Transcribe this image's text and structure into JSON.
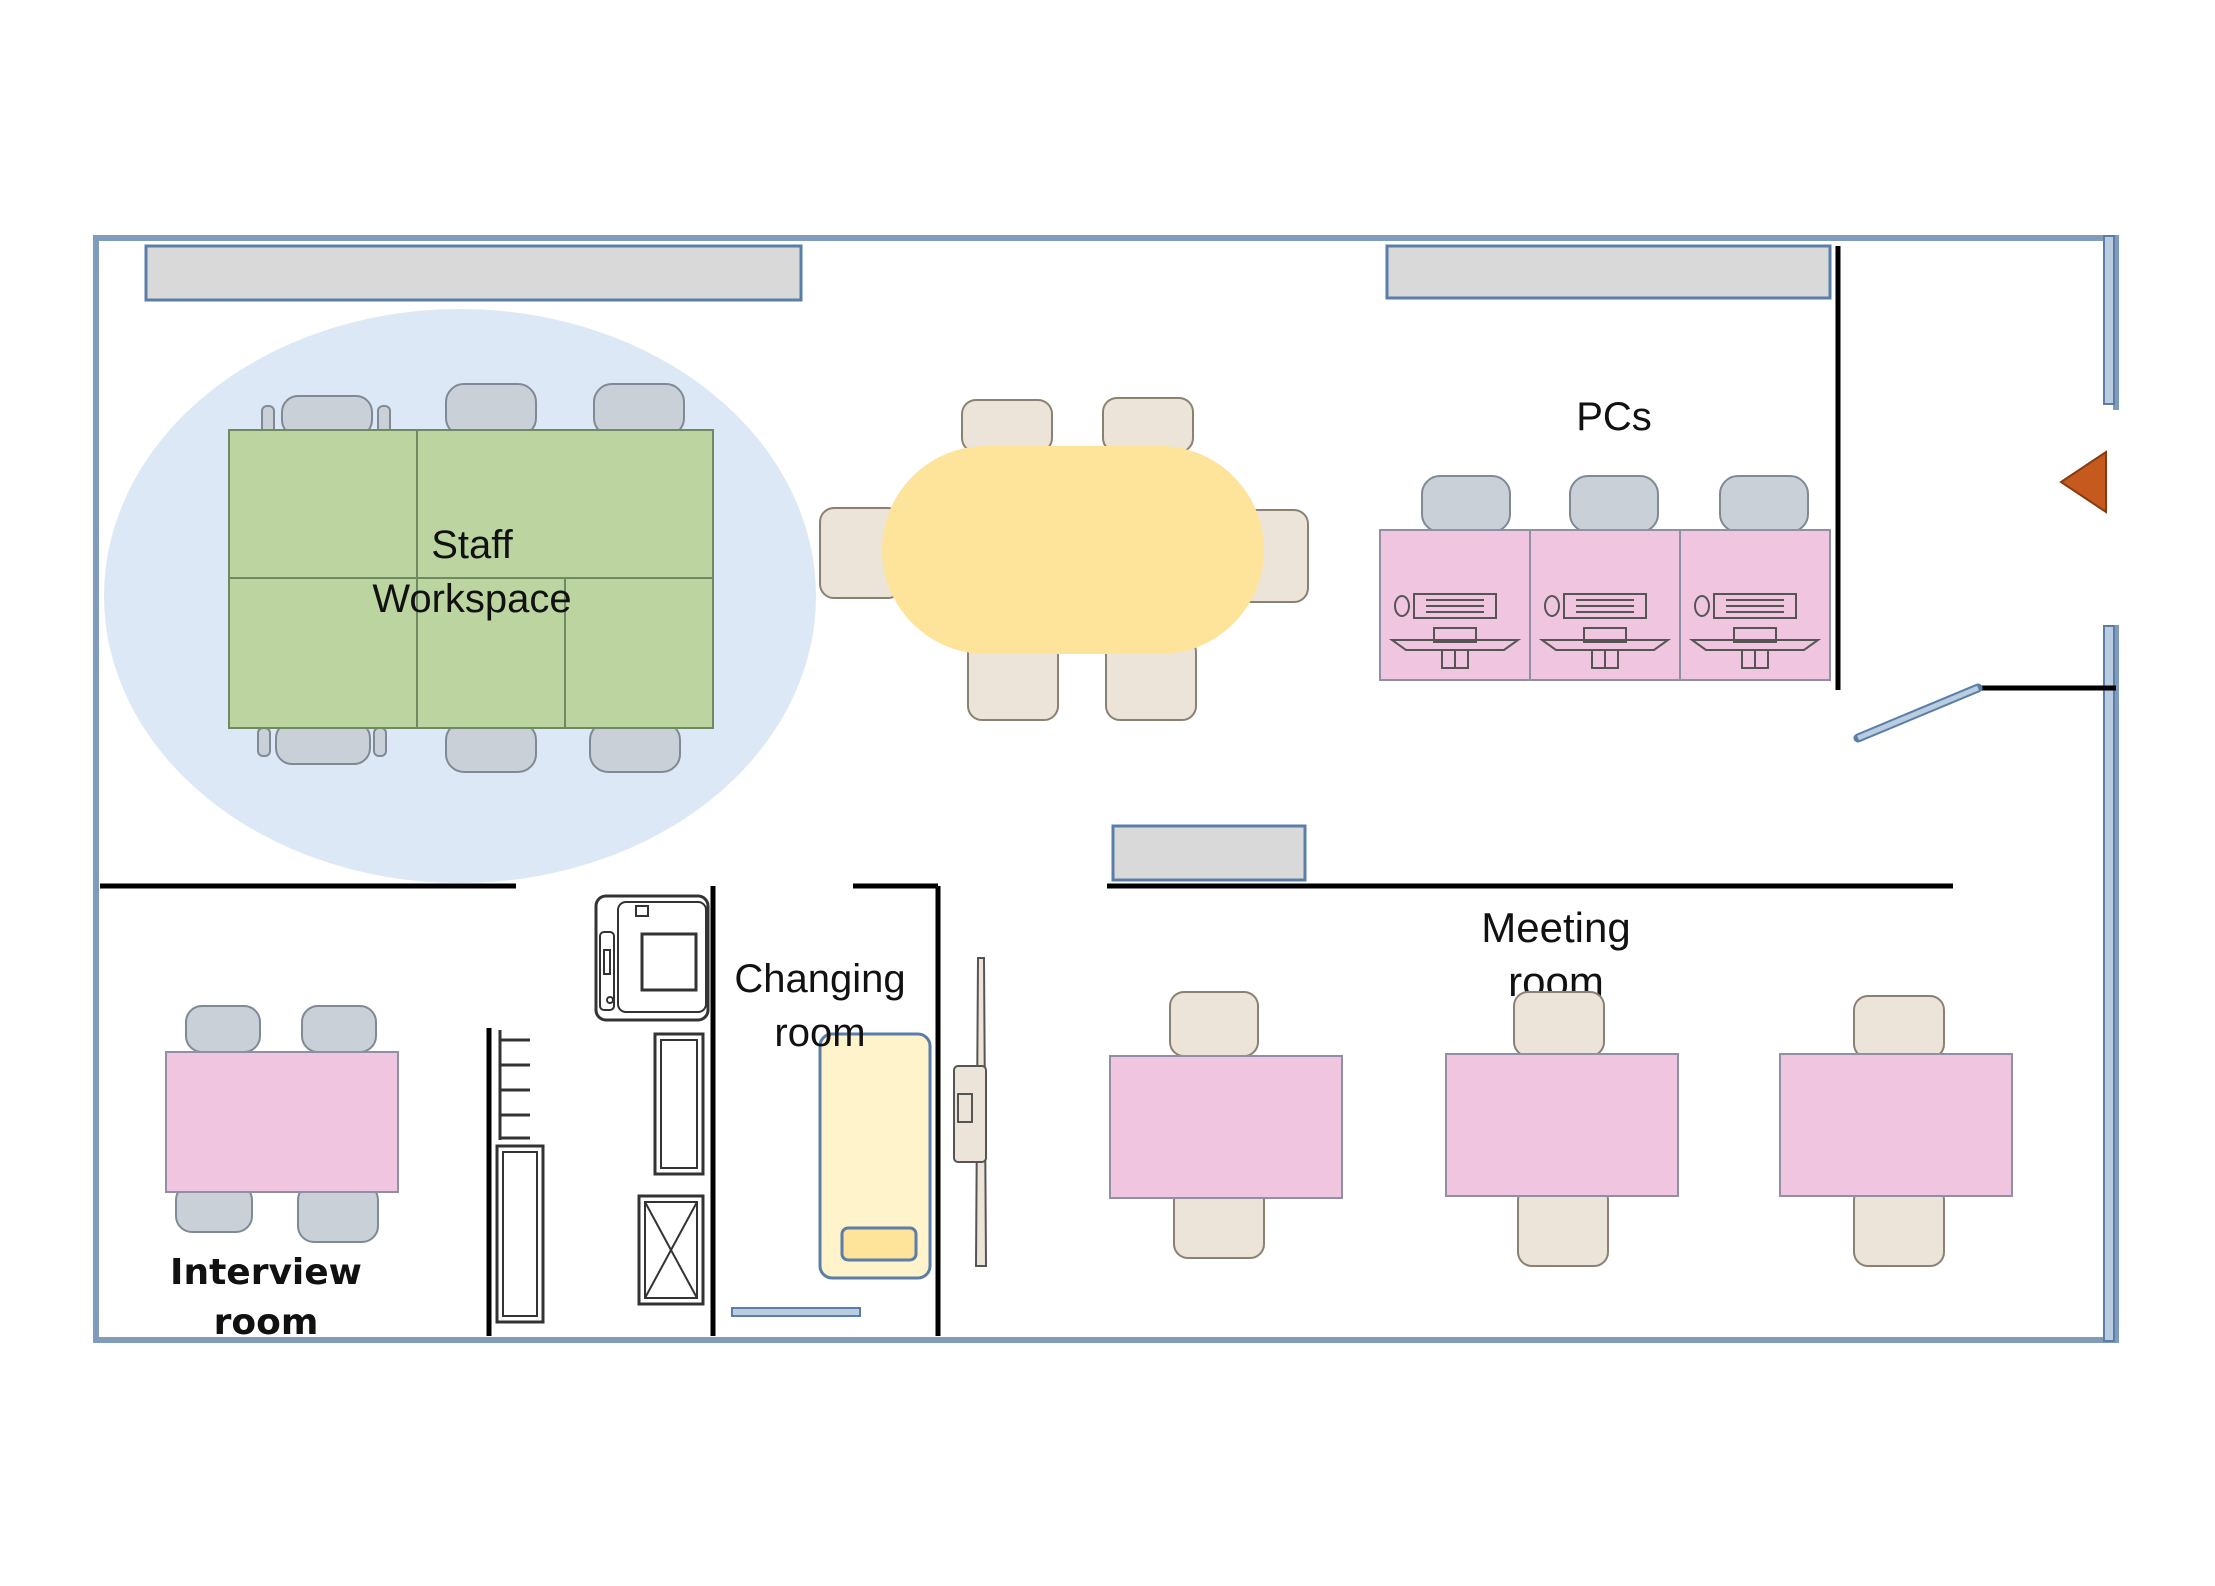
{
  "floor_plan": {
    "areas": {
      "staff_workspace": {
        "line1": "Staff",
        "line2": "Workspace"
      },
      "pcs": {
        "label": "PCs"
      },
      "changing_room": {
        "line1": "Changing",
        "line2": "room"
      },
      "meeting_room": {
        "line1": "Meeting",
        "line2": "room"
      },
      "interview_room": {
        "line1": "Interview",
        "line2": "room"
      }
    },
    "colors": {
      "workspace_zone": "#dce8f5",
      "workspace_desks": "#bcd5a0",
      "round_table": "#fde49a",
      "pink_desks": "#efc5df",
      "entrance_arrow": "#c65a1e",
      "outer_wall": "#7f9cbc"
    },
    "icons": [
      "entrance-arrow-icon",
      "printer-icon",
      "computer-icon",
      "mirror-icon"
    ]
  }
}
